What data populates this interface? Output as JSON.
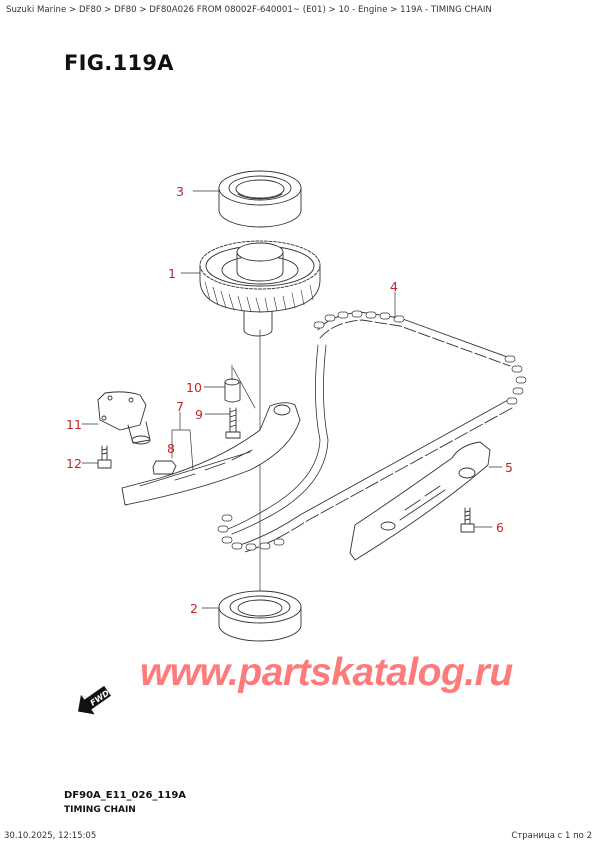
{
  "breadcrumb": {
    "text": "Suzuki Marine > DF80 > DF80 > DF80A026 FROM 08002F-640001~ (E01) > 10 - Engine > 119A - TIMING CHAIN",
    "items": [
      "Suzuki Marine",
      "DF80",
      "DF80",
      "DF80A026 FROM 08002F-640001~ (E01)",
      "10 - Engine",
      "119A - TIMING CHAIN"
    ]
  },
  "figure": {
    "title": "FIG.119A",
    "code": "DF90A_E11_026_119A",
    "caption": "TIMING CHAIN"
  },
  "callouts": [
    {
      "number": "1",
      "part": "idler-gear"
    },
    {
      "number": "2",
      "part": "bearing-lower"
    },
    {
      "number": "3",
      "part": "bearing-upper"
    },
    {
      "number": "4",
      "part": "timing-chain"
    },
    {
      "number": "5",
      "part": "chain-guide"
    },
    {
      "number": "6",
      "part": "guide-bolt"
    },
    {
      "number": "7",
      "part": "chain-tensioner-arm"
    },
    {
      "number": "8",
      "part": "tensioner-pad"
    },
    {
      "number": "9",
      "part": "tensioner-bolt"
    },
    {
      "number": "10",
      "part": "collar"
    },
    {
      "number": "11",
      "part": "chain-tensioner-adjuster"
    },
    {
      "number": "12",
      "part": "adjuster-bolt"
    }
  ],
  "labels": {
    "c1": "1",
    "c2": "2",
    "c3": "3",
    "c4": "4",
    "c5": "5",
    "c6": "6",
    "c7": "7",
    "c8": "8",
    "c9": "9",
    "c10": "10",
    "c11": "11",
    "c12": "12",
    "fwd": "FWD"
  },
  "watermark": "www.partskatalog.ru",
  "footer": {
    "datetime": "30.10.2025, 12:15:05",
    "page": "Страница с 1 по 2"
  },
  "colors": {
    "callout": "#c0262a",
    "watermark": "#ff7b7b",
    "line": "#333333"
  }
}
